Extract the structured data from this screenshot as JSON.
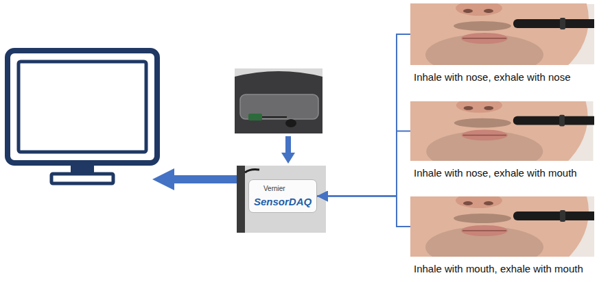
{
  "diagram": {
    "nodes": [
      {
        "text": [
          "Inhale with nose, exhale with nose"
        ]
      },
      {
        "text": [
          "Inhale with nose, exhale with mouth"
        ]
      },
      {
        "text": [
          "Inhale with mouth, exhale with mouth"
        ]
      },
      {
        "text": [
          "Vernier",
          "SensorDAQ"
        ]
      }
    ],
    "edges": [
      {
        "from": 0,
        "to": 3,
        "arrow": "to"
      },
      {
        "from": 1,
        "to": 3,
        "arrow": "to"
      },
      {
        "from": 2,
        "to": 3,
        "arrow": "to"
      }
    ]
  }
}
